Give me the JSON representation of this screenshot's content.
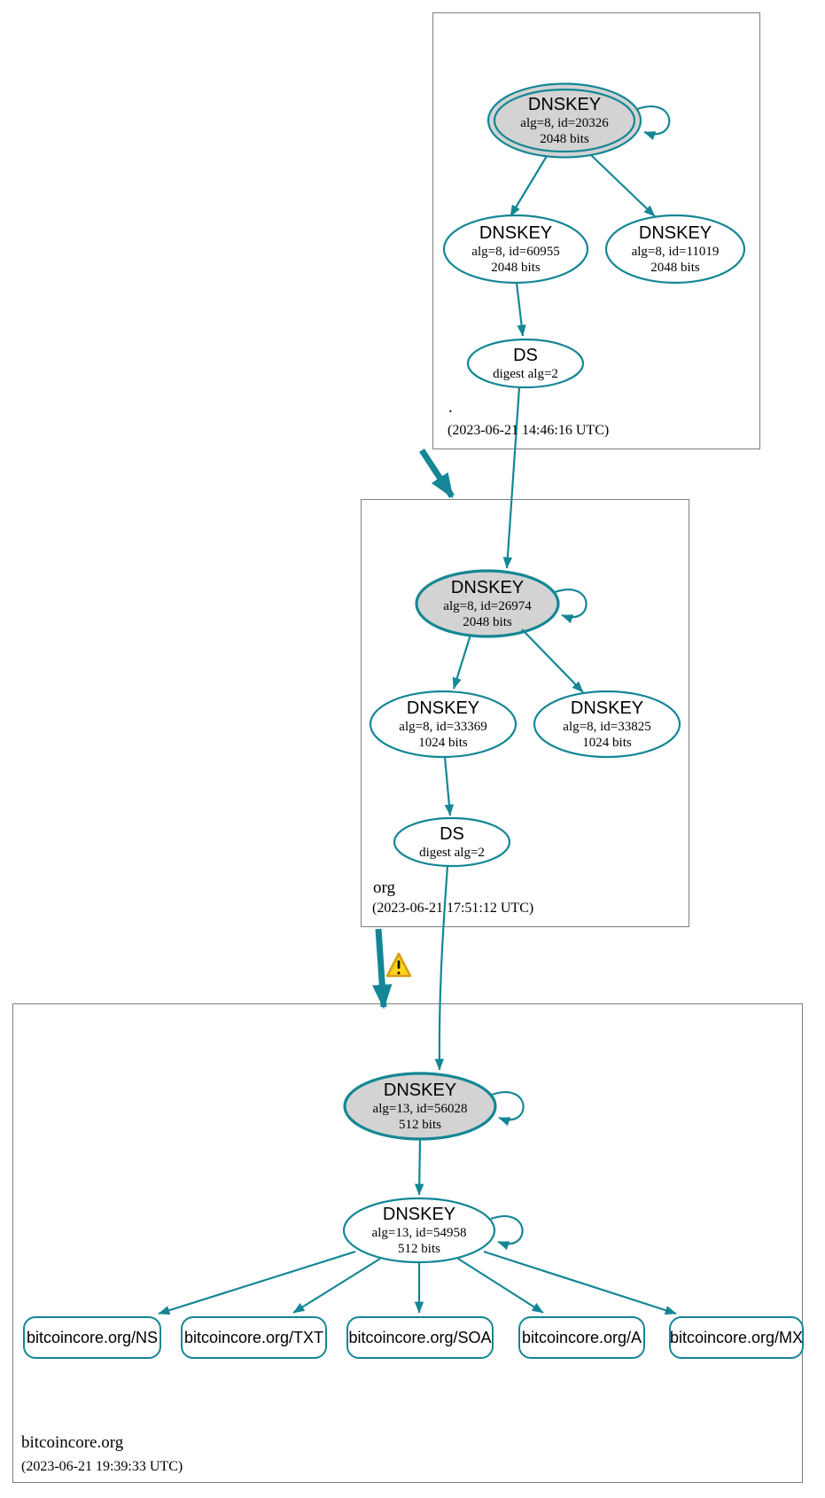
{
  "zones": [
    {
      "label": ".",
      "timestamp": "(2023-06-21 14:46:16 UTC)",
      "nodes": {
        "ksk": {
          "title": "DNSKEY",
          "detail": "alg=8, id=20326",
          "bits": "2048 bits"
        },
        "zsk1": {
          "title": "DNSKEY",
          "detail": "alg=8, id=60955",
          "bits": "2048 bits"
        },
        "zsk2": {
          "title": "DNSKEY",
          "detail": "alg=8, id=11019",
          "bits": "2048 bits"
        },
        "ds": {
          "title": "DS",
          "detail": "digest alg=2"
        }
      }
    },
    {
      "label": "org",
      "timestamp": "(2023-06-21 17:51:12 UTC)",
      "nodes": {
        "ksk": {
          "title": "DNSKEY",
          "detail": "alg=8, id=26974",
          "bits": "2048 bits"
        },
        "zsk1": {
          "title": "DNSKEY",
          "detail": "alg=8, id=33369",
          "bits": "1024 bits"
        },
        "zsk2": {
          "title": "DNSKEY",
          "detail": "alg=8, id=33825",
          "bits": "1024 bits"
        },
        "ds": {
          "title": "DS",
          "detail": "digest alg=2"
        }
      }
    },
    {
      "label": "bitcoincore.org",
      "timestamp": "(2023-06-21 19:39:33 UTC)",
      "nodes": {
        "ksk": {
          "title": "DNSKEY",
          "detail": "alg=13, id=56028",
          "bits": "512 bits"
        },
        "zsk": {
          "title": "DNSKEY",
          "detail": "alg=13, id=54958",
          "bits": "512 bits"
        }
      },
      "rrsets": [
        {
          "label": "bitcoincore.org/NS"
        },
        {
          "label": "bitcoincore.org/TXT"
        },
        {
          "label": "bitcoincore.org/SOA"
        },
        {
          "label": "bitcoincore.org/A"
        },
        {
          "label": "bitcoincore.org/MX"
        }
      ]
    }
  ],
  "colors": {
    "secure_teal": "#148695",
    "ksk_fill_gray": "#d3d3d3",
    "zone_box_border": "#7e7e7e",
    "warning_fill": "#fad41c",
    "warning_border": "#d89e12"
  }
}
